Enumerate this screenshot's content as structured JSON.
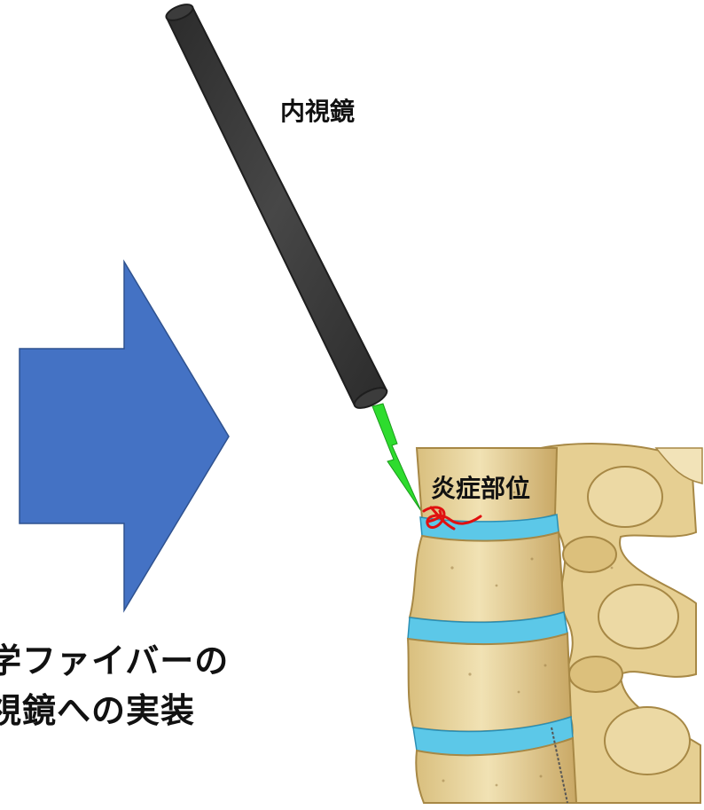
{
  "labels": {
    "endoscope": "内視鏡",
    "inflammation_site": "炎症部位",
    "caption_line1": "学ファイバーの",
    "caption_line2": "視鏡への実装"
  },
  "colors": {
    "arrow_fill": "#4472c4",
    "arrow_stroke": "#2f528f",
    "endoscope_body": "#3a3a3a",
    "light_beam": "#2edc2e",
    "inflammation_mark": "#e01010",
    "disc": "#5cc8e8",
    "bone": "#e8d29a"
  },
  "icons": {
    "arrow": "right-arrow-icon",
    "endoscope": "endoscope-tube-icon",
    "beam": "lightning-beam-icon",
    "spine": "lumbar-spine-illustration"
  }
}
